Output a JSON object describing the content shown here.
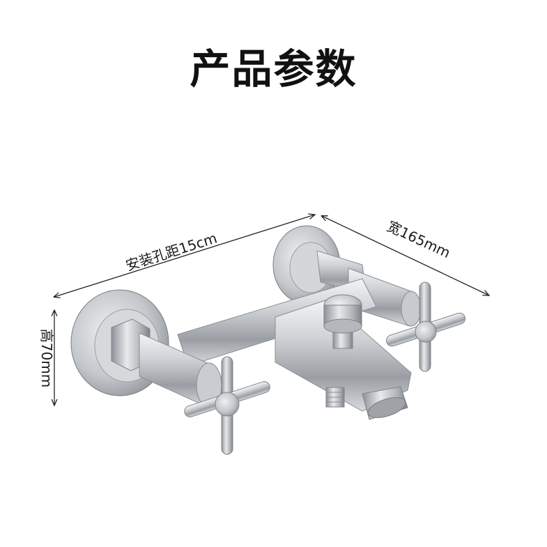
{
  "title": "产品参数",
  "dimensions": {
    "hole_spacing": "安装孔距15cm",
    "width": "宽165mm",
    "height": "高70mm"
  },
  "colors": {
    "steel_light": "#e6e7e9",
    "steel_mid": "#b9bcc0",
    "steel_dark": "#7d8187",
    "line": "#222222"
  }
}
